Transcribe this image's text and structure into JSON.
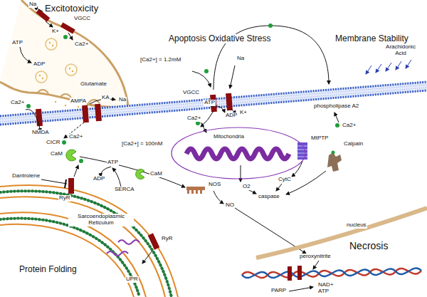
{
  "diagram": {
    "nodes": [
      {
        "text": [
          "Mitochondria"
        ]
      }
    ],
    "labels": [
      "Excitotoxicity",
      "Na",
      "K+",
      "VGCC",
      "ATP",
      "ADP",
      "Ca2+",
      "Glutamate",
      "Apoptosis Oxidative Stress",
      "Membrane Stability",
      "[Ca2+] = 1.2mM",
      "Arachidonic Acid",
      "Na",
      "VGCC",
      "K+",
      "Ca2+",
      "NMDA",
      "AMPA",
      "KA",
      "Na",
      "CICR",
      "Ca2+",
      "CaM",
      "[Ca2+] = 100nM",
      "phospholipase A2",
      "Ca2+",
      "Dantrolene",
      "ATP",
      "ADP",
      "SERCA",
      "RyR",
      "CaM",
      "Sarcoendoplasmic Reticulum",
      "RyR",
      "UPR",
      "Protein Folding",
      "Ca2+",
      "ATP",
      "ADP",
      "MtPTP",
      "Calpain",
      "CytC",
      "O2",
      "caspase",
      "NOS",
      "NO",
      "nucleus",
      "peroxynitrite",
      "Necrosis",
      "PARP",
      "NAD+",
      "ATP"
    ]
  }
}
